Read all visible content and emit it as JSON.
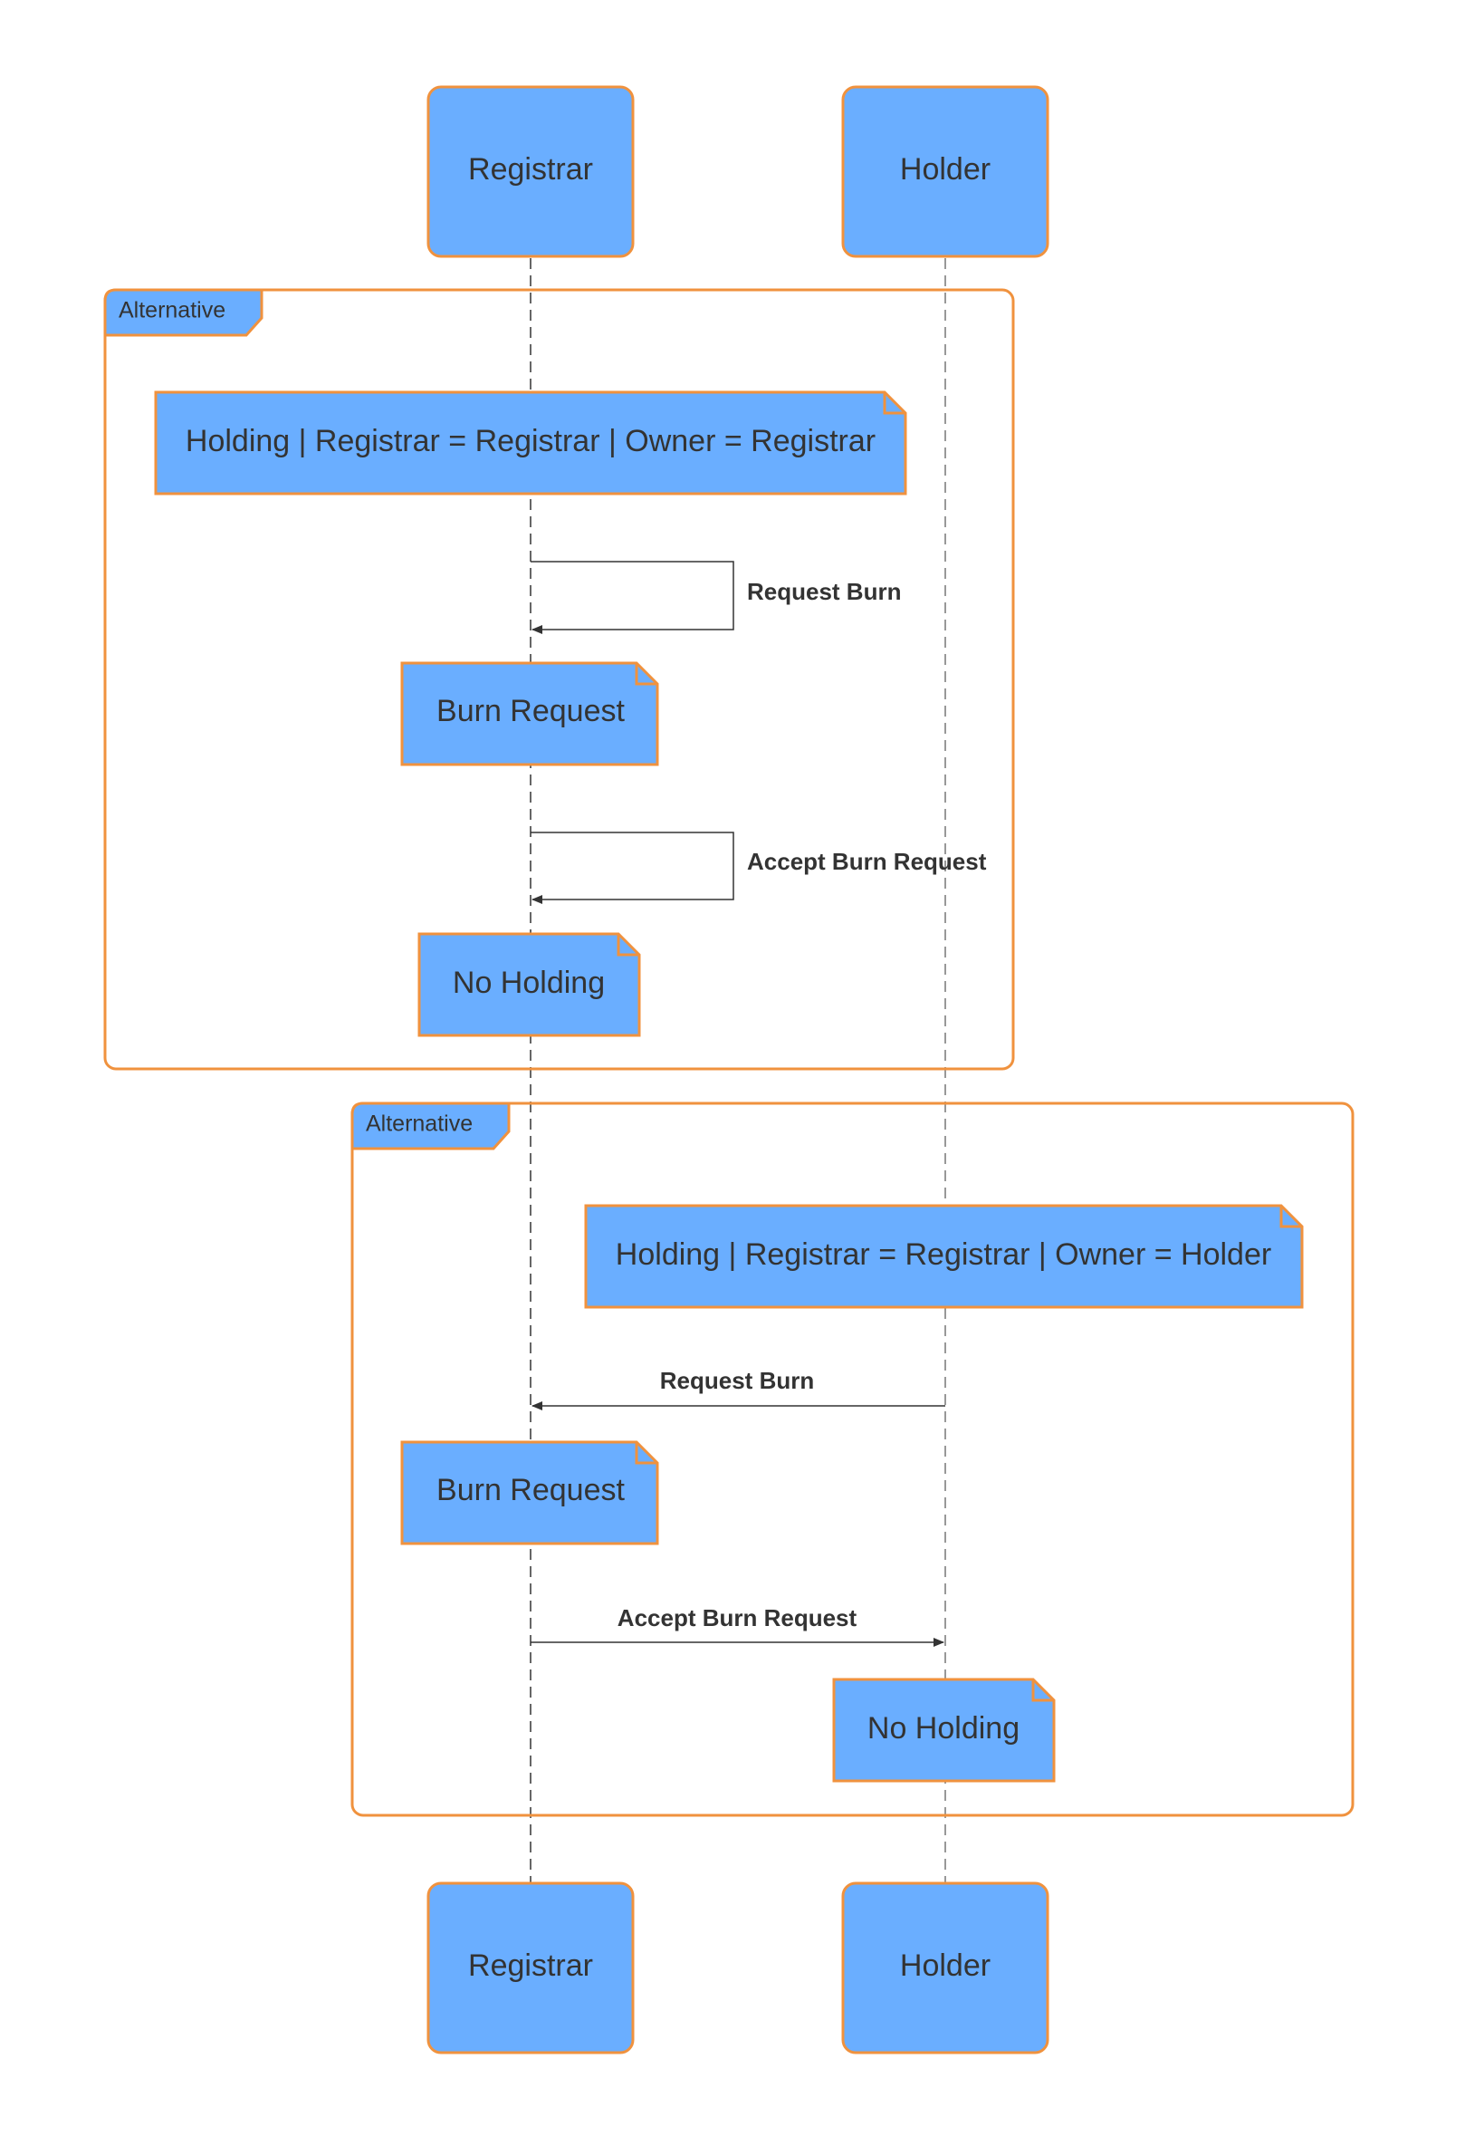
{
  "colors": {
    "fill": "#6aaeff",
    "stroke": "#f0923e",
    "text": "#333333",
    "line": "#333333"
  },
  "participants": {
    "registrar": "Registrar",
    "holder": "Holder"
  },
  "alt1": {
    "label": "Alternative",
    "state_note": "Holding | Registrar = Registrar | Owner = Registrar",
    "msg_request": "Request Burn",
    "note_request": "Burn Request",
    "msg_accept": "Accept Burn Request",
    "note_result": "No Holding"
  },
  "alt2": {
    "label": "Alternative",
    "state_note": "Holding | Registrar = Registrar | Owner = Holder",
    "msg_request": "Request Burn",
    "note_request": "Burn Request",
    "msg_accept": "Accept Burn Request",
    "note_result": "No Holding"
  }
}
